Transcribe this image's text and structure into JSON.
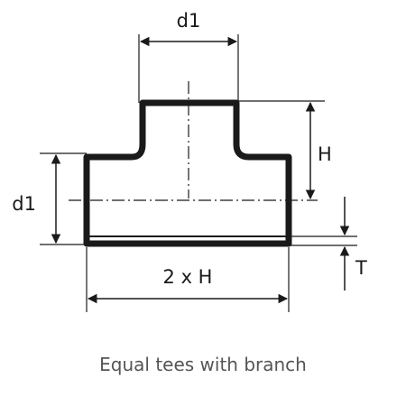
{
  "labels": {
    "branch_diameter": "d1",
    "run_diameter": "d1",
    "branch_height": "H",
    "length": "2 x H",
    "thickness": "T"
  },
  "caption": "Equal tees with branch",
  "colors": {
    "outline": "#1a1a1a",
    "caption": "#555555"
  }
}
